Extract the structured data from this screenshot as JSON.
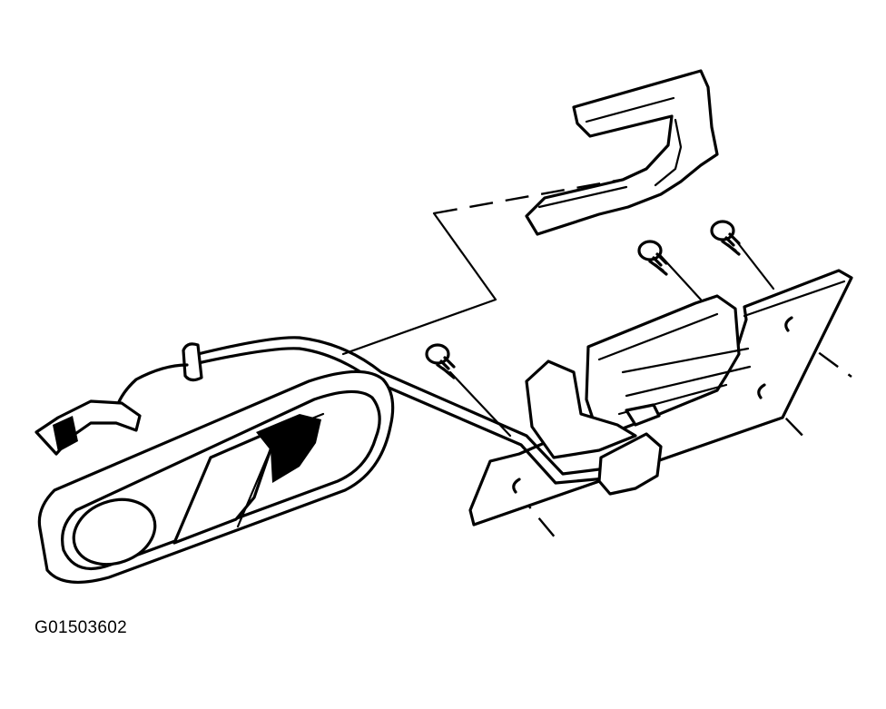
{
  "figure": {
    "code": "G01503602"
  },
  "colors": {
    "line": "#000000",
    "background": "#ffffff"
  },
  "parts": [
    "inside-handle-bezel",
    "handle-lever",
    "lock-rod",
    "handle-housing",
    "mounting-bracket",
    "trim-insert",
    "screws"
  ]
}
